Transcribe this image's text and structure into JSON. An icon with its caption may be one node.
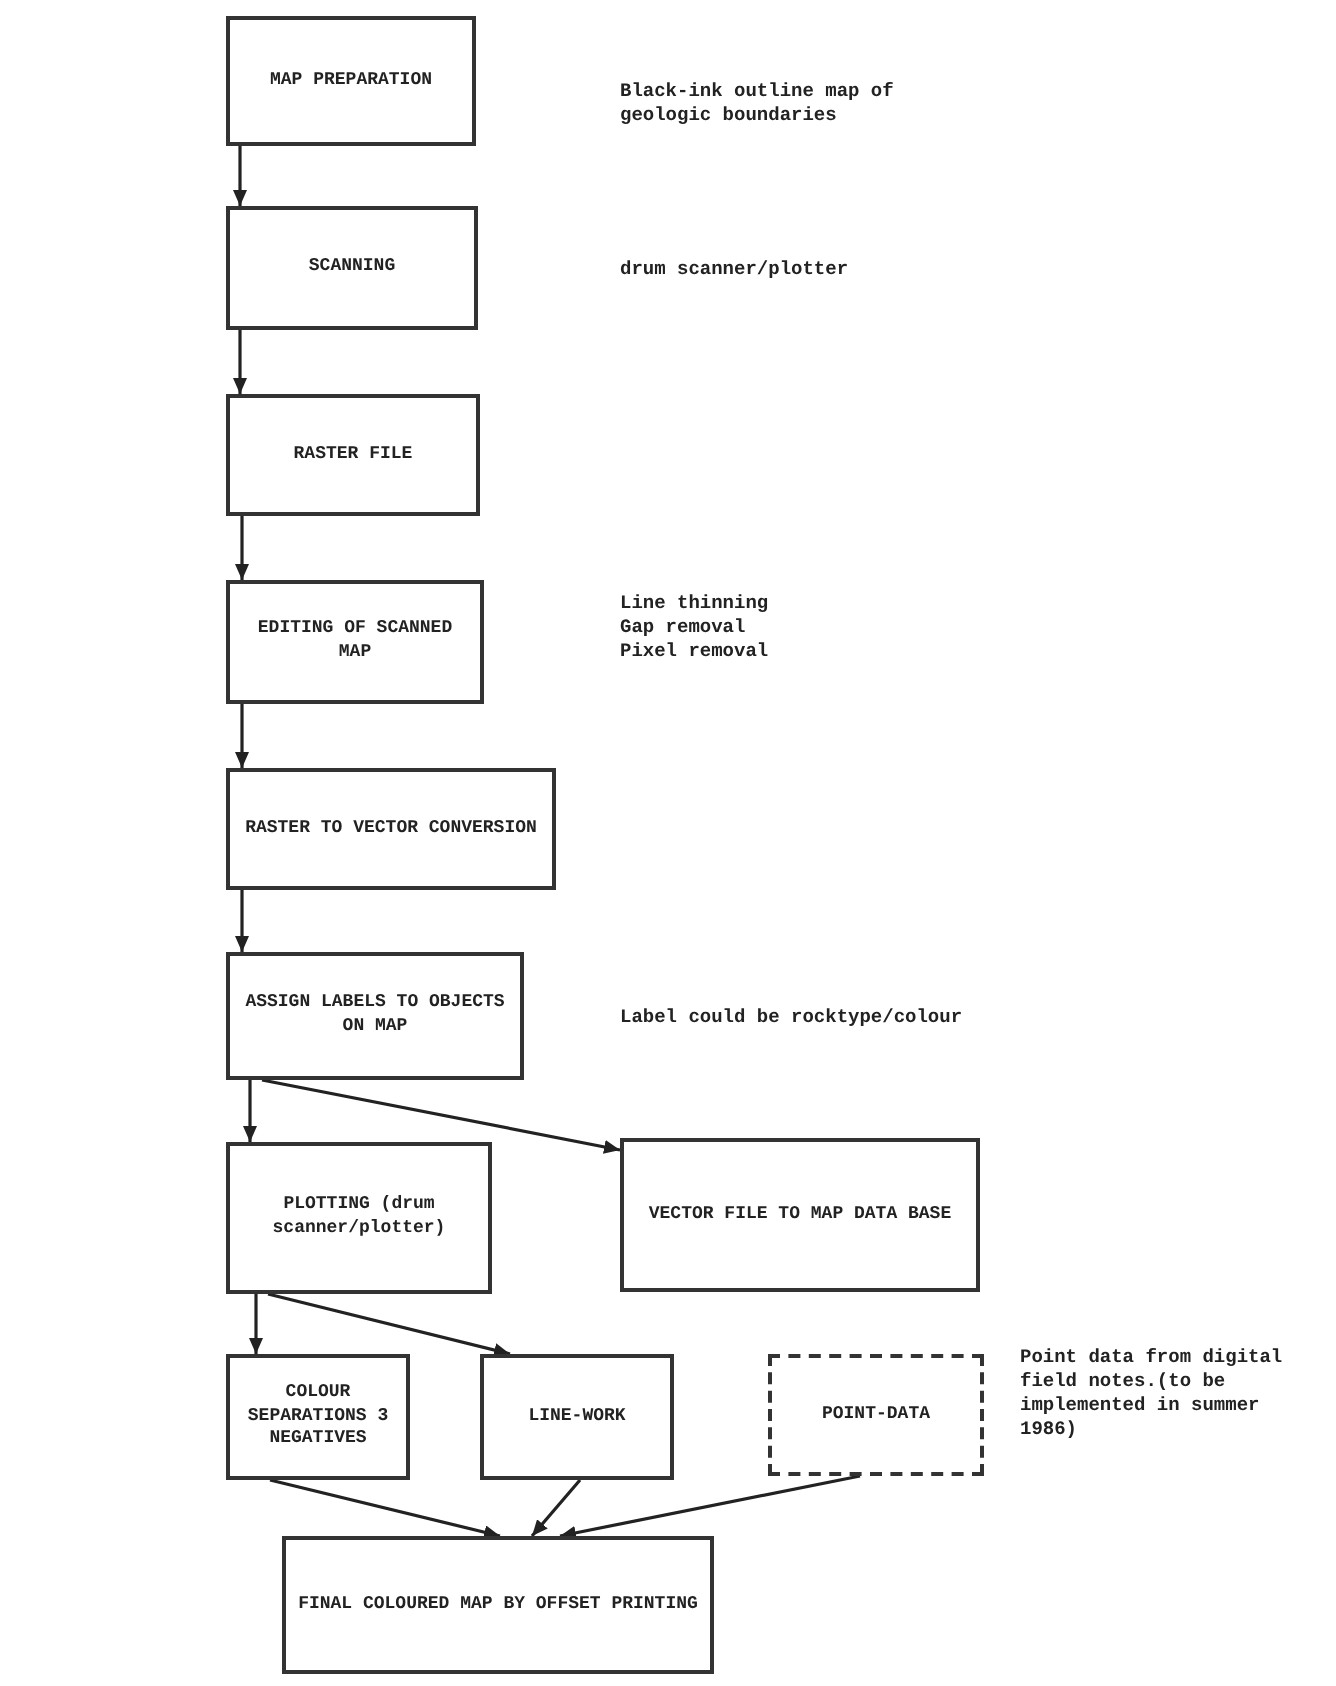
{
  "diagram": {
    "nodes": [
      {
        "text": [
          "MAP PREPARATION"
        ]
      },
      {
        "text": [
          "SCANNING"
        ]
      },
      {
        "text": [
          "RASTER FILE"
        ]
      },
      {
        "text": [
          "EDITING OF SCANNED MAP"
        ],
        "beside": [
          "Line thinning",
          "Gap removal",
          "Pixel removal"
        ]
      },
      {
        "text": [
          "RASTER TO VECTOR CONVERSION"
        ]
      },
      {
        "text": [
          "ASSIGN LABELS TO OBJECTS ON MAP"
        ]
      },
      {
        "text": [
          "PLOTTING (drum scanner/plotter)"
        ]
      },
      {
        "text": [
          "VECTOR FILE TO MAP DATA BASE"
        ]
      },
      {
        "text": [
          "COLOUR SEPARATIONS 3 NEGATIVES"
        ]
      },
      {
        "text": [
          "LINE-WORK"
        ]
      },
      {
        "text": [
          "POINT-DATA"
        ],
        "beside": [
          "Point data from digital field notes.(to be implemented in summer 1986)"
        ]
      },
      {
        "text": [
          "FINAL COLOURED MAP BY OFFSET PRINTING"
        ]
      }
    ],
    "edges": [
      {
        "from": 0,
        "to": 1,
        "arrow": "to"
      },
      {
        "from": 1,
        "to": 2,
        "arrow": "to"
      },
      {
        "from": 2,
        "to": 3,
        "arrow": "to"
      },
      {
        "from": 3,
        "to": 4,
        "arrow": "to"
      },
      {
        "from": 4,
        "to": 5,
        "arrow": "to"
      },
      {
        "from": 5,
        "to": 6,
        "arrow": "to"
      },
      {
        "from": 5,
        "to": 7,
        "arrow": "to"
      },
      {
        "from": 6,
        "to": 8,
        "arrow": "to"
      },
      {
        "from": 6,
        "to": 9,
        "arrow": "to"
      },
      {
        "from": 8,
        "to": 11,
        "arrow": "to"
      },
      {
        "from": 9,
        "to": 11,
        "arrow": "to"
      },
      {
        "from": 10,
        "to": 11,
        "arrow": "to"
      }
    ],
    "labels": [
      "Black-ink outline map of geologic boundaries",
      "drum scanner/plotter",
      "Label could be rocktype/colour"
    ]
  }
}
